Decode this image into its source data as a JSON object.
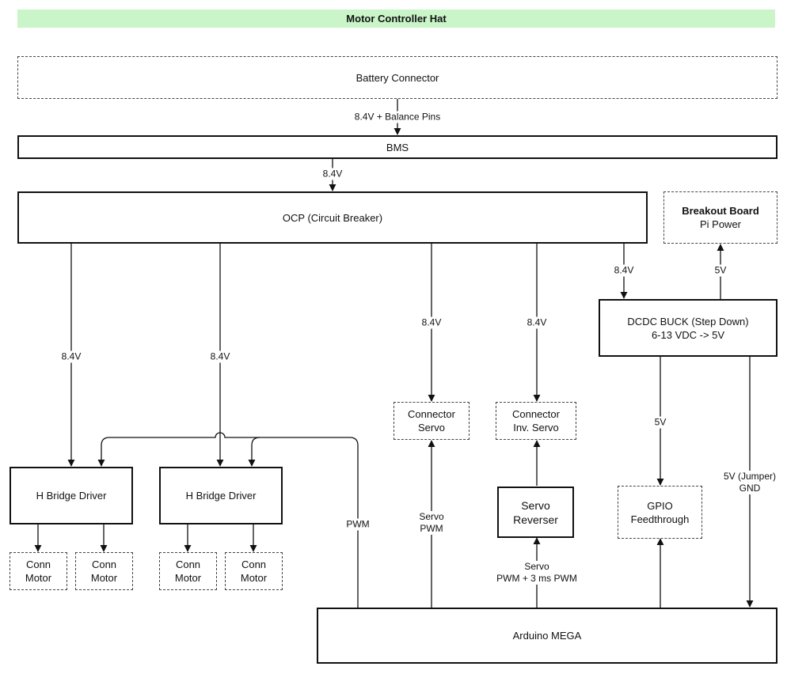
{
  "title": "Motor Controller Hat",
  "nodes": {
    "battery": "Battery Connector",
    "bms": "BMS",
    "ocp": "OCP (Circuit Breaker)",
    "breakout_title": "Breakout Board",
    "breakout_sub": "Pi Power",
    "dcdc_line1": "DCDC BUCK (Step Down)",
    "dcdc_line2": "6-13 VDC -> 5V",
    "hbridge1": "H Bridge Driver",
    "hbridge2": "H Bridge Driver",
    "conn_servo_1": "Connector",
    "conn_servo_2": "Servo",
    "conn_inv_1": "Connector",
    "conn_inv_2": "Inv. Servo",
    "servo_rev_1": "Servo",
    "servo_rev_2": "Reverser",
    "gpio_1": "GPIO",
    "gpio_2": "Feedthrough",
    "conn_motor_1": "Conn",
    "conn_motor_2": "Motor",
    "arduino": "Arduino MEGA"
  },
  "edges": {
    "battery_bms": "8.4V + Balance Pins",
    "bms_ocp": "8.4V",
    "ocp_hb1": "8.4V",
    "ocp_hb2": "8.4V",
    "ocp_servo": "8.4V",
    "ocp_inv": "8.4V",
    "ocp_dcdc": "8.4V",
    "dcdc_breakout": "5V",
    "dcdc_gpio": "5V",
    "jumper_1": "5V (Jumper)",
    "jumper_2": "GND",
    "pwm": "PWM",
    "servo_pwm_1": "Servo",
    "servo_pwm_2": "PWM",
    "rev_pwm_1": "Servo",
    "rev_pwm_2": "PWM + 3 ms PWM"
  }
}
